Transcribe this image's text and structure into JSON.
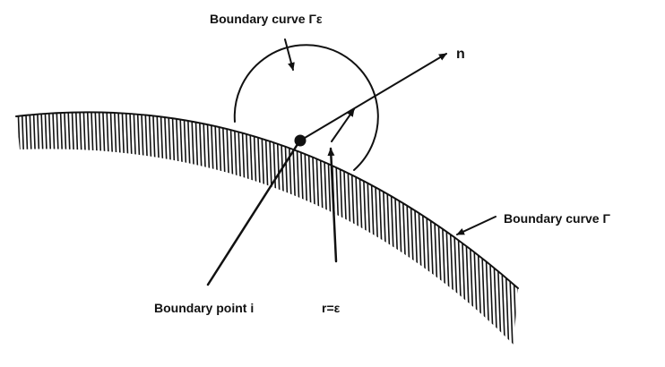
{
  "labels": {
    "gamma_eps": "Boundary curve Γε",
    "normal": "n",
    "gamma": "Boundary curve Γ",
    "point": "Boundary point i",
    "radius": "r=ε"
  },
  "colors": {
    "ink": "#111111",
    "background": "#ffffff"
  }
}
